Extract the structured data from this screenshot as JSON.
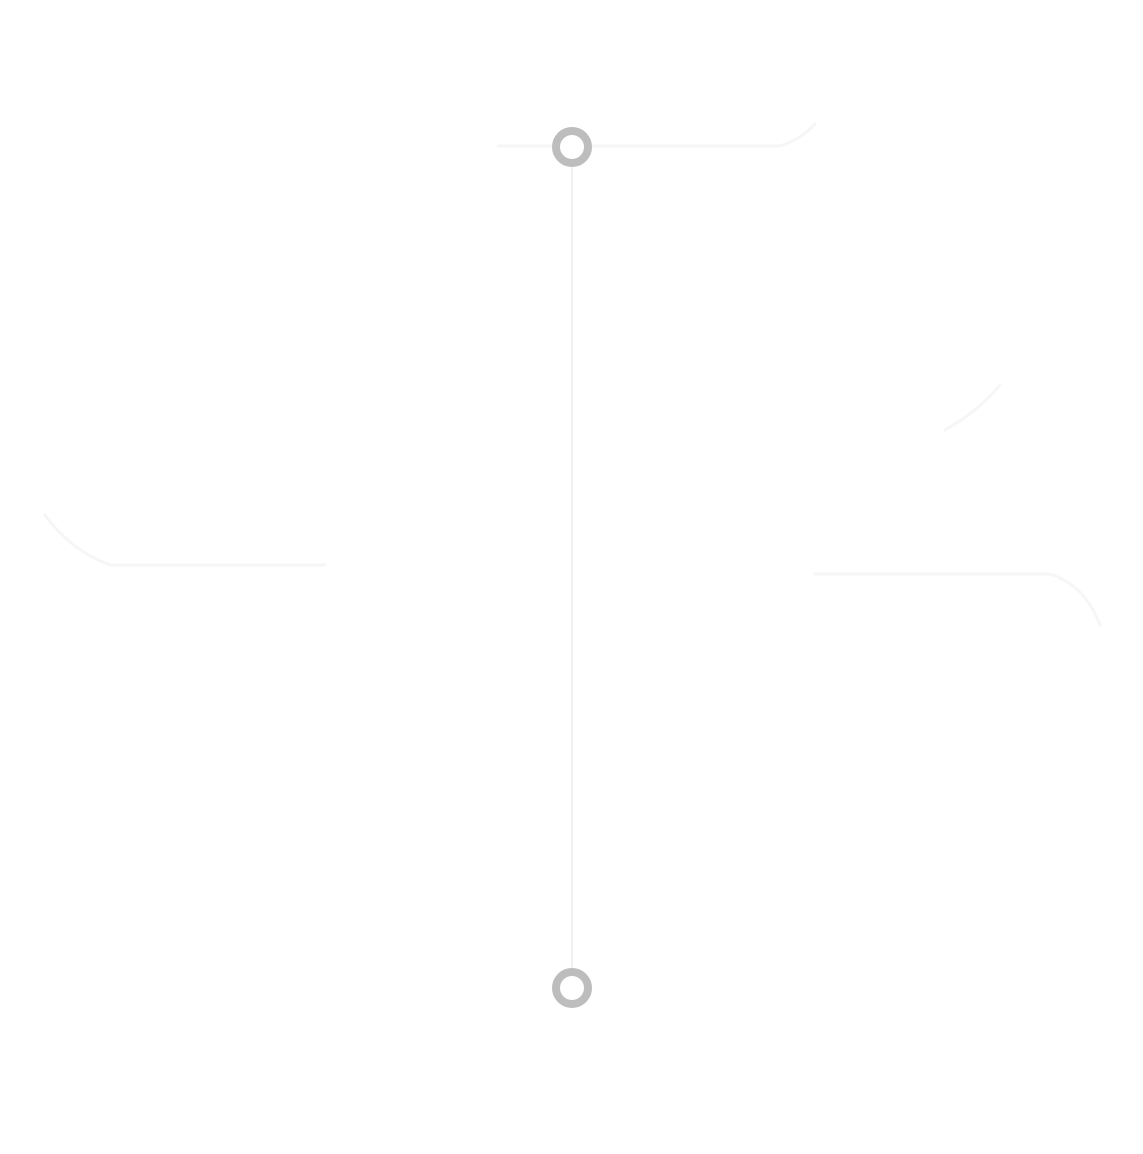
{
  "diagram": {
    "nodes": [
      {
        "id": "top-node"
      },
      {
        "id": "bottom-node"
      }
    ],
    "edges": [
      {
        "from": "top-node",
        "to": "bottom-node"
      }
    ],
    "colors": {
      "background": "#ffffff",
      "node_ring": "#bdbdbd",
      "connector": "#f2f2f2",
      "faint_curve": "#f6f6f6"
    }
  }
}
